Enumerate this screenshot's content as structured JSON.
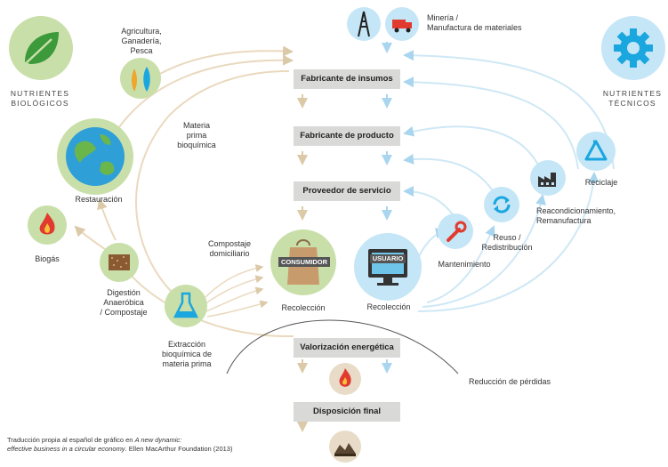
{
  "headers": {
    "bio": [
      "NUTRIENTES",
      "BIOLÓGICOS"
    ],
    "tech": [
      "NUTRIENTES",
      "TÉCNICOS"
    ]
  },
  "flow_boxes": {
    "insumos": "Fabricante de insumos",
    "producto": "Fabricante de producto",
    "servicio": "Proveedor de servicio",
    "valorizacion": "Valorización energética",
    "disposicion": "Disposición final"
  },
  "bio_labels": {
    "agricultura": [
      "Agricultura,",
      "Ganadería,",
      "Pesca"
    ],
    "restauracion": "Restauración",
    "biogas": "Biogás",
    "digestion": [
      "Digestión",
      "Anaeróbica",
      "/ Compostaje"
    ],
    "extraccion": [
      "Extracción",
      "bioquímica de",
      "materia prima"
    ],
    "materia_prima": [
      "Materia",
      "prima",
      "bioquímica"
    ],
    "compostaje": [
      "Compostaje",
      "domiciliario"
    ],
    "consumidor": "CONSUMIDOR",
    "recoleccion_bio": "Recolección"
  },
  "tech_labels": {
    "mineria": [
      "Minería /",
      "Manufactura de materiales"
    ],
    "usuario": "USUARIO",
    "recoleccion_tech": "Recolección",
    "mantenimiento": "Mantenimiento",
    "reuso": [
      "Reuso /",
      "Redistribución"
    ],
    "reacond": [
      "Reacondicionamiento,",
      "Remanufactura"
    ],
    "reciclaje": "Reciclaje",
    "reduccion": "Reducción de pérdidas"
  },
  "footer": {
    "line1_plain": "Traducción propia al español de gráfico en ",
    "line1_italic": "A new dynamic:",
    "line2_italic": "effective business in a circular economy",
    "line2_plain": ". Ellen MacArthur Foundation (2013)"
  },
  "colors": {
    "bio_green": "#c9dfa9",
    "tech_blue": "#c5e6f6",
    "box_gray": "#d9d9d7",
    "arrow_beige": "#dcc9a8",
    "arrow_blue": "#a9d6ee",
    "icon_blue": "#1aa6df",
    "red": "#e13b2f"
  }
}
